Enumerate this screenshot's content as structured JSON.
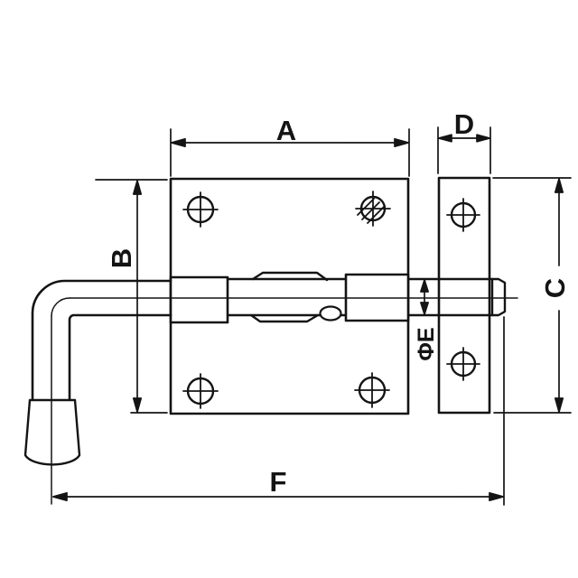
{
  "diagram": {
    "type": "technical-drawing",
    "subject": "barrel bolt latch dimensional drawing",
    "labels": {
      "a": "A",
      "b": "B",
      "c": "C",
      "d": "D",
      "e": "ΦE",
      "f": "F"
    },
    "colors": {
      "line": "#141414",
      "background": "#ffffff"
    }
  }
}
